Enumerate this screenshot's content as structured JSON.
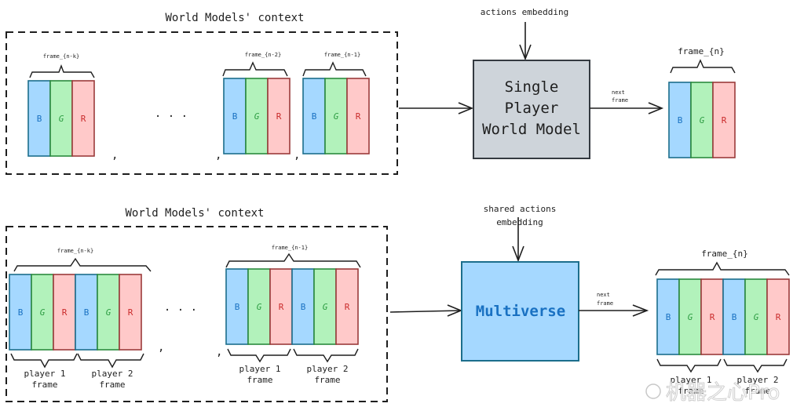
{
  "top": {
    "context_title": "World Models' context",
    "frames": [
      {
        "label": "frame_{n-k}",
        "channels": [
          "B",
          "G",
          "R"
        ]
      },
      {
        "label": "frame_{n-2}",
        "channels": [
          "B",
          "G",
          "R"
        ]
      },
      {
        "label": "frame_{n-1}",
        "channels": [
          "B",
          "G",
          "R"
        ]
      }
    ],
    "ellipsis": "· · ·",
    "comma": ",",
    "actions_label": "actions embedding",
    "model_lines": [
      "Single",
      "Player",
      "World Model"
    ],
    "next_frame_lines": [
      "next",
      "frame"
    ],
    "output_frame": {
      "label": "frame_{n}",
      "channels": [
        "B",
        "G",
        "R"
      ]
    }
  },
  "bottom": {
    "context_title": "World Models' context",
    "frames": [
      {
        "label": "frame_{n-k}",
        "channels": [
          "B",
          "G",
          "R",
          "B",
          "G",
          "R"
        ]
      },
      {
        "label": "frame_{n-1}",
        "channels": [
          "B",
          "G",
          "R",
          "B",
          "G",
          "R"
        ]
      }
    ],
    "ellipsis": "· · ·",
    "comma": ",",
    "player1_lines": [
      "player 1",
      "frame"
    ],
    "player2_lines": [
      "player 2",
      "frame"
    ],
    "actions_lines": [
      "shared actions",
      "embedding"
    ],
    "model_label": "Multiverse",
    "next_frame_lines": [
      "next",
      "frame"
    ],
    "output_frame": {
      "label": "frame_{n}",
      "channels": [
        "B",
        "G",
        "R",
        "B",
        "G",
        "R"
      ]
    }
  },
  "watermark": "机器之心Pro",
  "colors": {
    "blue_fill": "#a5d8ff",
    "green_fill": "#b2f2bb",
    "red_fill": "#ffc9c9",
    "gray_box": "#ced4da"
  }
}
